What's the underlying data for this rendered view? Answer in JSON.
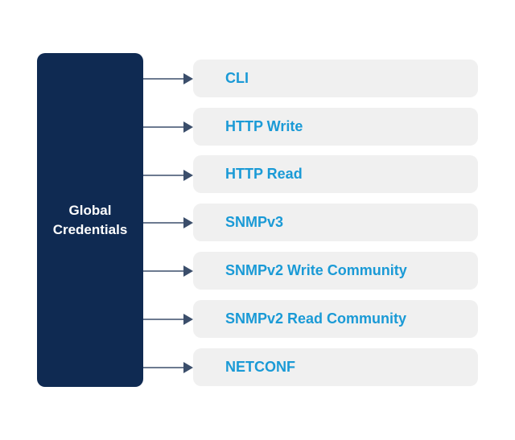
{
  "source": {
    "line1": "Global",
    "line2": "Credentials"
  },
  "targets": [
    {
      "label": "CLI"
    },
    {
      "label": "HTTP Write"
    },
    {
      "label": "HTTP Read"
    },
    {
      "label": "SNMPv3"
    },
    {
      "label": "SNMPv2 Write Community"
    },
    {
      "label": "SNMPv2 Read Community"
    },
    {
      "label": "NETCONF"
    }
  ],
  "colors": {
    "source_fill": "#0f2a52",
    "target_fill": "#f0f0f0",
    "target_text": "#1a9ad6",
    "arrow": "#3b4e6b"
  }
}
